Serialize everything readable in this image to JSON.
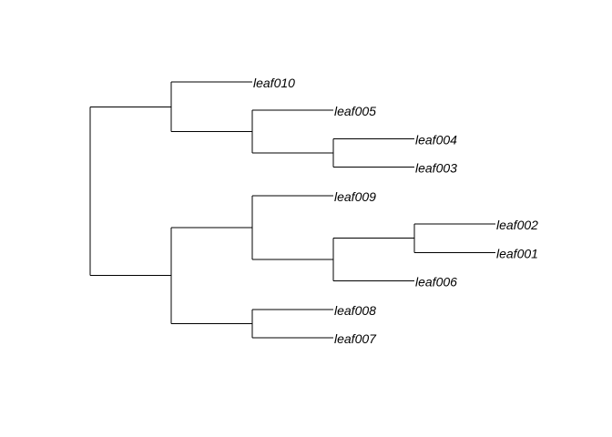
{
  "tree": {
    "style": {
      "edge_color": "#000000",
      "label_color": "#000000",
      "background": "#ffffff",
      "label_style": "italic"
    },
    "leaves": [
      {
        "id": "leaf010",
        "label": "leaf010"
      },
      {
        "id": "leaf005",
        "label": "leaf005"
      },
      {
        "id": "leaf004",
        "label": "leaf004"
      },
      {
        "id": "leaf003",
        "label": "leaf003"
      },
      {
        "id": "leaf009",
        "label": "leaf009"
      },
      {
        "id": "leaf002",
        "label": "leaf002"
      },
      {
        "id": "leaf001",
        "label": "leaf001"
      },
      {
        "id": "leaf006",
        "label": "leaf006"
      },
      {
        "id": "leaf008",
        "label": "leaf008"
      },
      {
        "id": "leaf007",
        "label": "leaf007"
      }
    ],
    "newick": "(((leaf004,leaf003),leaf005),leaf010),((((leaf002,leaf001),leaf006),leaf009),(leaf008,leaf007))",
    "topology": {
      "children": [
        {
          "children": [
            {
              "leaf": "leaf010"
            },
            {
              "children": [
                {
                  "leaf": "leaf005"
                },
                {
                  "children": [
                    {
                      "leaf": "leaf004"
                    },
                    {
                      "leaf": "leaf003"
                    }
                  ]
                }
              ]
            }
          ]
        },
        {
          "children": [
            {
              "children": [
                {
                  "leaf": "leaf009"
                },
                {
                  "children": [
                    {
                      "children": [
                        {
                          "leaf": "leaf002"
                        },
                        {
                          "leaf": "leaf001"
                        }
                      ]
                    },
                    {
                      "leaf": "leaf006"
                    }
                  ]
                }
              ]
            },
            {
              "children": [
                {
                  "leaf": "leaf008"
                },
                {
                  "leaf": "leaf007"
                }
              ]
            }
          ]
        }
      ]
    }
  }
}
